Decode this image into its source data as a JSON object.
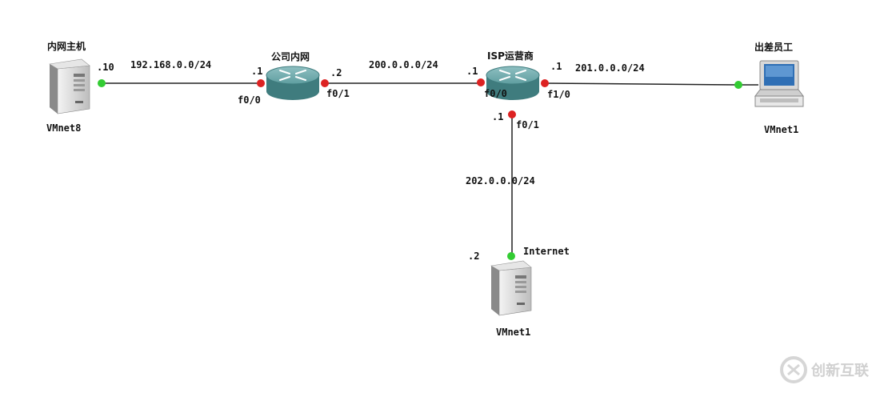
{
  "devices": {
    "intranet_host": {
      "name": "内网主机",
      "ip_suffix": ".10",
      "vmnet": "VMnet8"
    },
    "company_router": {
      "name": "公司内网"
    },
    "isp_router": {
      "name": "ISP运营商"
    },
    "traveler": {
      "name": "出差员工",
      "vmnet": "VMnet1"
    },
    "internet_server": {
      "name": "Internet",
      "ip_suffix": ".2",
      "vmnet": "VMnet1"
    }
  },
  "links": {
    "lan": {
      "subnet": "192.168.0.0/24",
      "router_side": ".1",
      "router_if": "f0/0"
    },
    "wan": {
      "subnet": "200.0.0.0/24",
      "company_side": ".2",
      "company_if": "f0/1",
      "isp_side": ".1",
      "isp_if": "f0/0"
    },
    "remote": {
      "subnet": "201.0.0.0/24",
      "isp_side": ".1",
      "isp_if": "f1/0"
    },
    "internet": {
      "subnet": "202.0.0.0/24",
      "isp_side": ".1",
      "isp_if": "f0/1"
    }
  },
  "watermark": {
    "text": "创新互联"
  },
  "colors": {
    "link": "#222222",
    "port_down": "#dd2222",
    "port_up": "#33cc33",
    "router": "#4d8a8c"
  }
}
